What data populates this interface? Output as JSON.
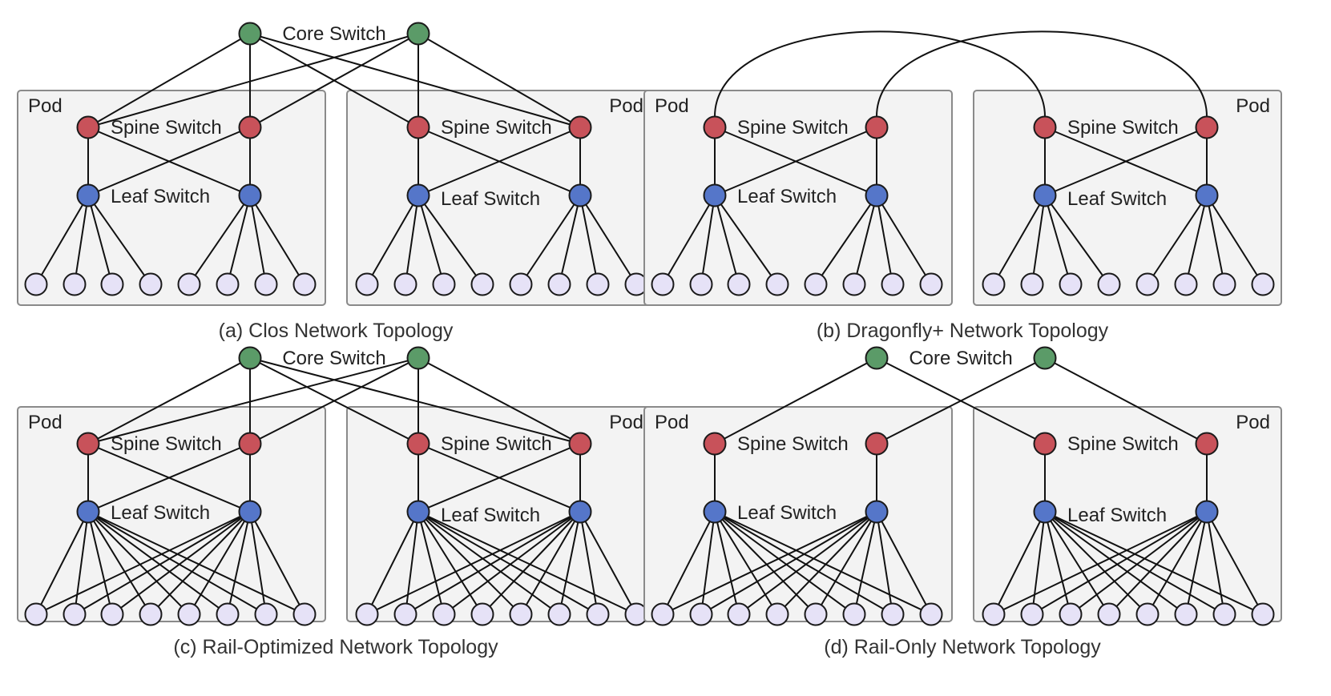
{
  "colors": {
    "core": "#5b9b68",
    "spine": "#c8525a",
    "leaf": "#5576c9",
    "host": "#e6e2f7"
  },
  "panels": [
    {
      "id": "a",
      "caption": "(a) Clos Network Topology",
      "core_label": "Core Switch",
      "pod_label": "Pod",
      "spine_label": "Spine Switch",
      "leaf_label": "Leaf Switch",
      "core_links": "all-to-all-spines",
      "leaf_host_links": "local"
    },
    {
      "id": "b",
      "caption": "(b) Dragonfly+ Network Topology",
      "core_label": "",
      "pod_label": "Pod",
      "spine_label": "Spine Switch",
      "leaf_label": "Leaf Switch",
      "core_links": "spine-arcs",
      "leaf_host_links": "local"
    },
    {
      "id": "c",
      "caption": "(c) Rail-Optimized Network Topology",
      "core_label": "Core Switch",
      "pod_label": "Pod",
      "spine_label": "Spine Switch",
      "leaf_label": "Leaf Switch",
      "core_links": "all-to-all-spines",
      "leaf_host_links": "all"
    },
    {
      "id": "d",
      "caption": "(d) Rail-Only Network Topology",
      "core_label": "Core Switch",
      "pod_label": "Pod",
      "spine_label": "Spine Switch",
      "leaf_label": "Leaf Switch",
      "core_links": "rail",
      "leaf_host_links": "all"
    }
  ]
}
